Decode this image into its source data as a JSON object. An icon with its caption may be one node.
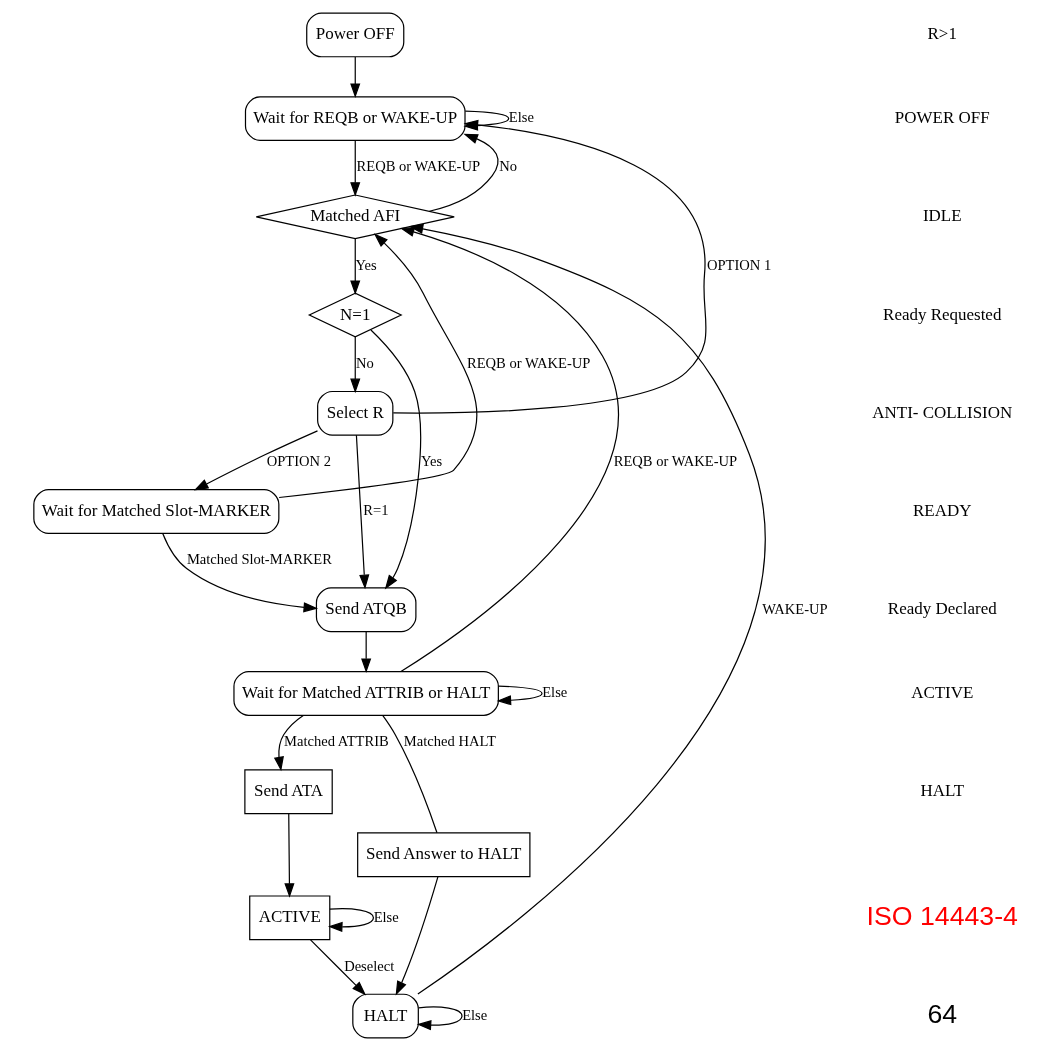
{
  "diagram": {
    "nodes": [
      {
        "text": [
          "Power OFF"
        ]
      },
      {
        "text": [
          "Wait for REQB or WAKE-UP"
        ]
      },
      {
        "text": [
          "Matched AFI"
        ]
      },
      {
        "text": [
          "N=1"
        ]
      },
      {
        "text": [
          "Select R"
        ]
      },
      {
        "text": [
          "Wait for Matched Slot-MARKER"
        ]
      },
      {
        "text": [
          "Send ATQB"
        ]
      },
      {
        "text": [
          "Wait for Matched ATTRIB or HALT"
        ]
      },
      {
        "text": [
          "Send ATA"
        ]
      },
      {
        "text": [
          "ACTIVE"
        ]
      },
      {
        "text": [
          "Send Answer to HALT"
        ]
      },
      {
        "text": [
          "HALT"
        ]
      }
    ],
    "edges": [
      {
        "from": 0,
        "to": 1,
        "arrow": "to"
      },
      {
        "from": 1,
        "to": 1,
        "arrow": "to",
        "label": "Else"
      },
      {
        "from": 1,
        "to": 2,
        "arrow": "to",
        "label": "REQB or WAKE-UP"
      },
      {
        "from": 2,
        "to": 1,
        "arrow": "to",
        "label": "No"
      },
      {
        "from": 2,
        "to": 3,
        "arrow": "to",
        "label": "Yes"
      },
      {
        "from": 3,
        "to": 6,
        "arrow": "to",
        "label": "Yes"
      },
      {
        "from": 3,
        "to": 4,
        "arrow": "to",
        "label": "No"
      },
      {
        "from": 4,
        "to": 6,
        "arrow": "to",
        "label": "R=1"
      },
      {
        "from": 4,
        "to": 1,
        "arrow": "to",
        "label": "OPTION 1"
      },
      {
        "from": 4,
        "to": 5,
        "arrow": "to",
        "label": "OPTION 2"
      },
      {
        "from": 5,
        "to": 6,
        "arrow": "to",
        "label": "Matched Slot-MARKER"
      },
      {
        "from": 5,
        "to": 2,
        "arrow": "to",
        "label": "REQB or WAKE-UP"
      },
      {
        "from": 6,
        "to": 7,
        "arrow": "to"
      },
      {
        "from": 7,
        "to": 7,
        "arrow": "to",
        "label": "Else"
      },
      {
        "from": 7,
        "to": 2,
        "arrow": "to",
        "label": "REQB or WAKE-UP"
      },
      {
        "from": 7,
        "to": 8,
        "arrow": "to",
        "label": "Matched ATTRIB"
      },
      {
        "from": 7,
        "to": 10,
        "arrow": "none",
        "label": "Matched HALT"
      },
      {
        "from": 8,
        "to": 9,
        "arrow": "to"
      },
      {
        "from": 9,
        "to": 9,
        "arrow": "to",
        "label": "Else"
      },
      {
        "from": 9,
        "to": 11,
        "arrow": "to",
        "label": "Deselect"
      },
      {
        "from": 10,
        "to": 11,
        "arrow": "to"
      },
      {
        "from": 11,
        "to": 11,
        "arrow": "to",
        "label": "Else"
      },
      {
        "from": 11,
        "to": 2,
        "arrow": "to",
        "label": "WAKE-UP"
      }
    ],
    "labels": [
      "R>1",
      "POWER OFF",
      "IDLE",
      "Ready Requested",
      "ANTI- COLLISION",
      "READY",
      "Ready Declared",
      "ACTIVE",
      "HALT",
      "ISO 14443-4",
      "64"
    ]
  }
}
